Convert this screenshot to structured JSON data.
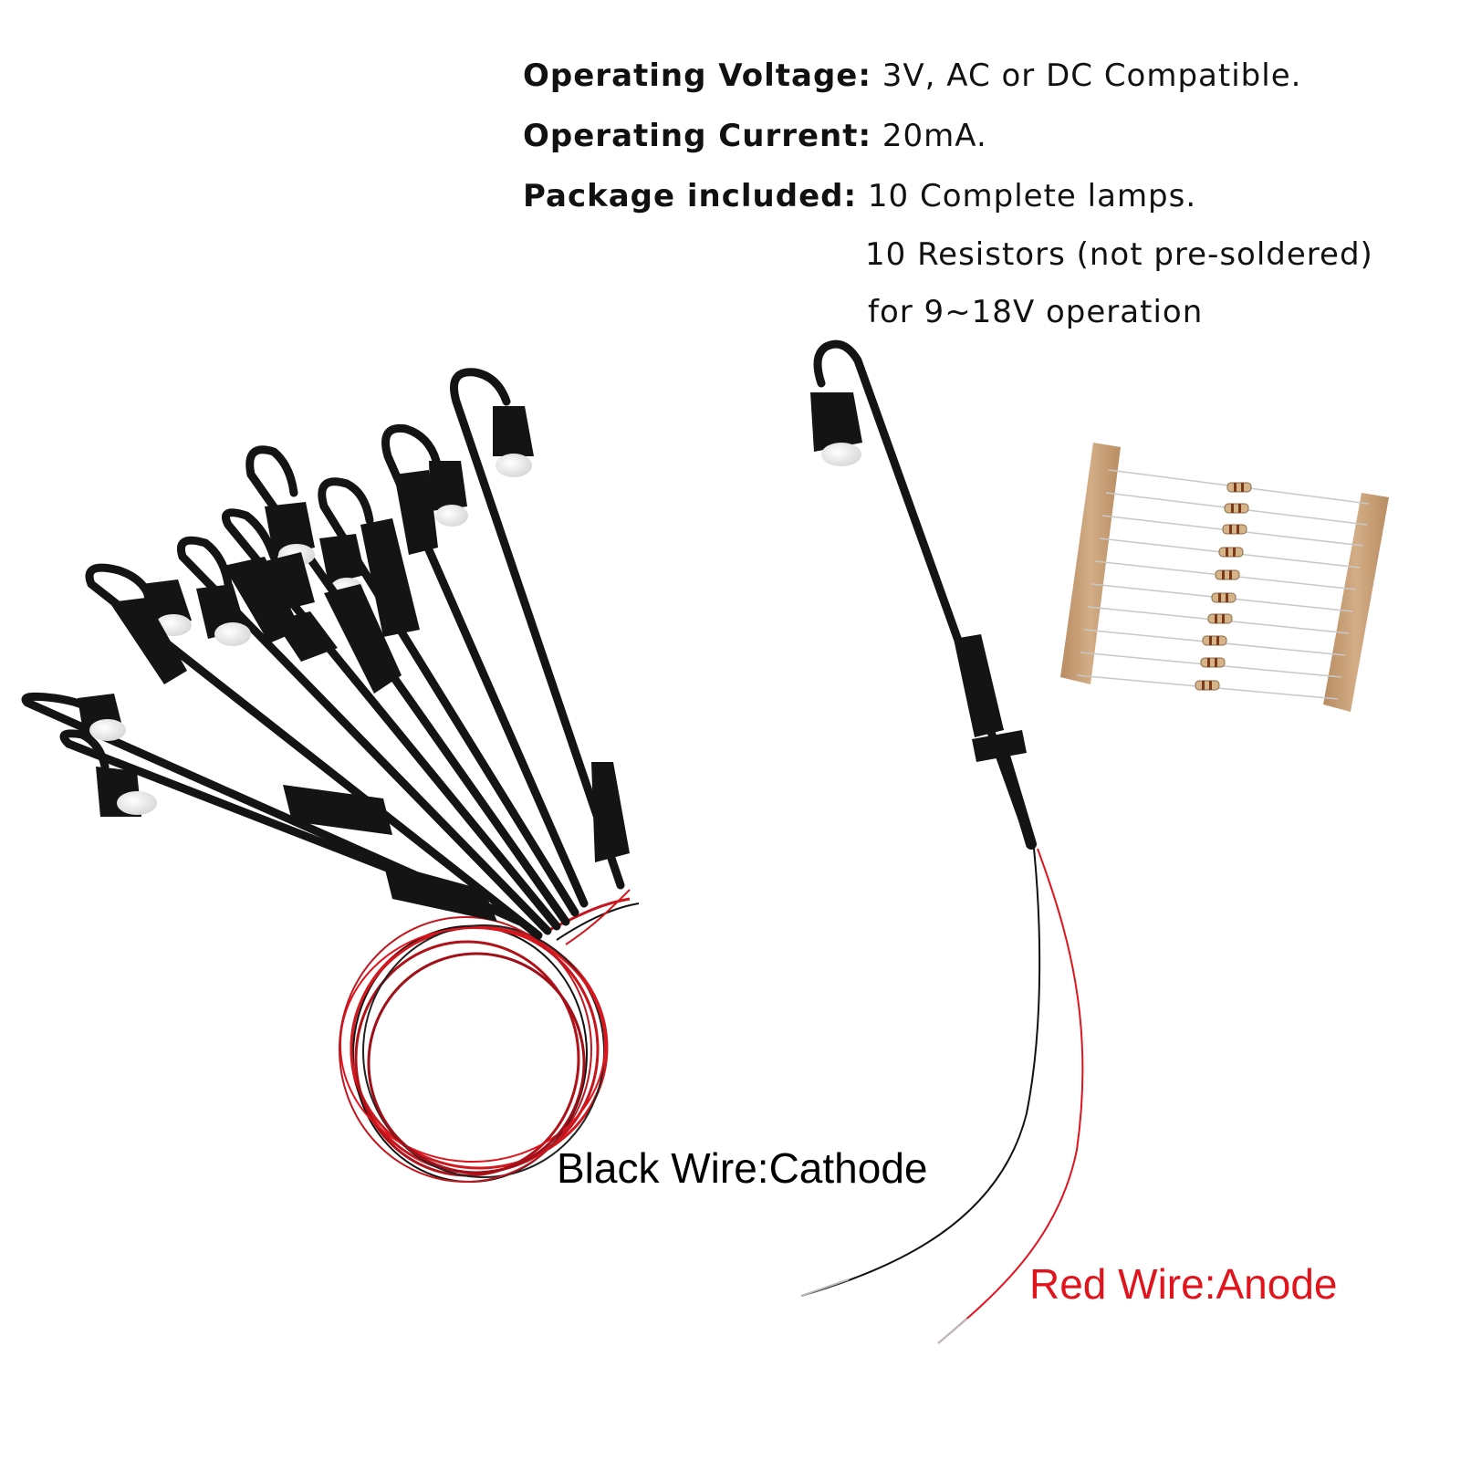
{
  "specs": {
    "voltage_label": "Operating Voltage:",
    "voltage_value": "3V, AC or DC Compatible.",
    "current_label": "Operating Current:",
    "current_value": "20mA.",
    "package_label": "Package included:",
    "package_line1": "10 Complete lamps.",
    "package_line2": "10 Resistors (not pre-soldered)",
    "package_line3": "for 9~18V operation"
  },
  "captions": {
    "black_wire": "Black Wire:Cathode",
    "red_wire": "Red Wire:Anode"
  },
  "colors": {
    "black_wire": "#111111",
    "red_wire": "#e0141c",
    "tape": "#c9a27a",
    "lamp_body": "#141414",
    "globe": "#efefef"
  }
}
